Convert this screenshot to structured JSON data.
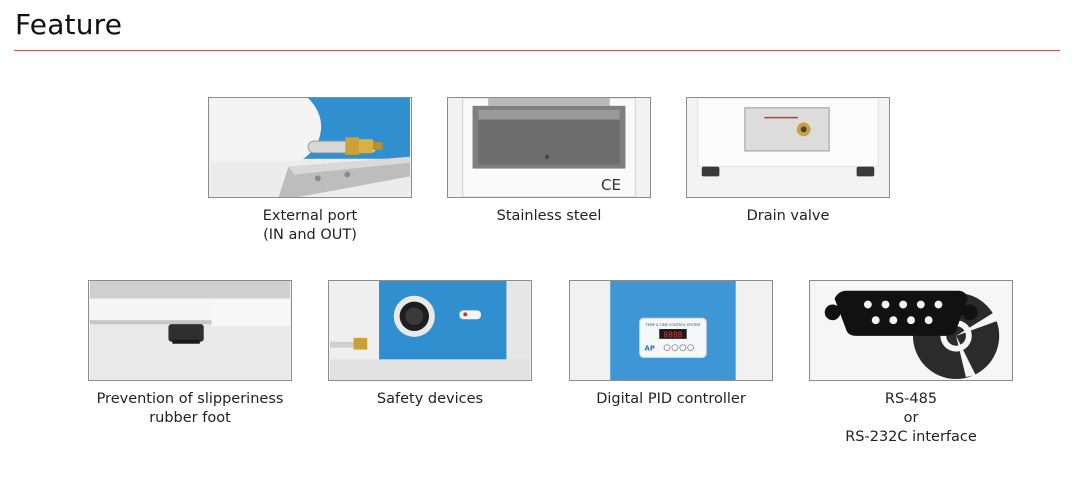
{
  "page": {
    "title": "Feature"
  },
  "features": [
    {
      "caption_lines": [
        "External port",
        "(IN and OUT)"
      ]
    },
    {
      "caption_lines": [
        "Stainless steel"
      ],
      "mark": "CE"
    },
    {
      "caption_lines": [
        "Drain valve"
      ]
    },
    {
      "caption_lines": [
        "Prevention of slipperiness",
        "rubber foot"
      ]
    },
    {
      "caption_lines": [
        "Safety devices"
      ]
    },
    {
      "caption_lines": [
        "Digital PID controller"
      ],
      "panel_brand": "AP",
      "panel_label": "TEMP & TIME CONTROL SYSTEM",
      "display": "8888"
    },
    {
      "caption_lines": [
        "RS-485",
        "or",
        "RS-232C interface"
      ]
    }
  ],
  "colors": {
    "accent_rule": "#d9534f",
    "device_blue": "#2f8fcf",
    "panel_blue": "#3e97d4",
    "card_border": "#8c8c8c"
  }
}
